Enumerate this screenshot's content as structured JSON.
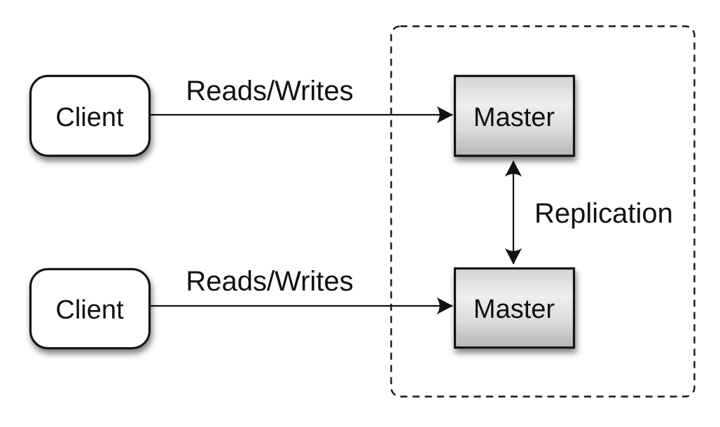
{
  "diagram": {
    "type": "architecture-diagram",
    "background": "#ffffff",
    "nodes": {
      "client_top": {
        "label": "Client",
        "shape": "rounded-rect",
        "fill": "#ffffff"
      },
      "client_bottom": {
        "label": "Client",
        "shape": "rounded-rect",
        "fill": "#ffffff"
      },
      "master_top": {
        "label": "Master",
        "shape": "rect",
        "fill": "gray-gradient"
      },
      "master_bottom": {
        "label": "Master",
        "shape": "rect",
        "fill": "gray-gradient"
      }
    },
    "edges": {
      "top_reads_writes": {
        "label": "Reads/Writes",
        "from": "client_top",
        "to": "master_top",
        "direction": "one-way"
      },
      "bottom_reads_writes": {
        "label": "Reads/Writes",
        "from": "client_bottom",
        "to": "master_bottom",
        "direction": "one-way"
      },
      "replication": {
        "label": "Replication",
        "from": "master_top",
        "to": "master_bottom",
        "direction": "two-way"
      }
    },
    "group": {
      "style": "dashed-rounded-rect",
      "contains": [
        "master_top",
        "master_bottom"
      ]
    },
    "colors": {
      "stroke": "#161616",
      "text": "#111111",
      "background": "#ffffff",
      "client_fill": "#ffffff",
      "master_fill_top": "#d3d3d3",
      "master_fill_mid": "#efefef",
      "master_fill_bottom": "#b7b7b7"
    }
  }
}
